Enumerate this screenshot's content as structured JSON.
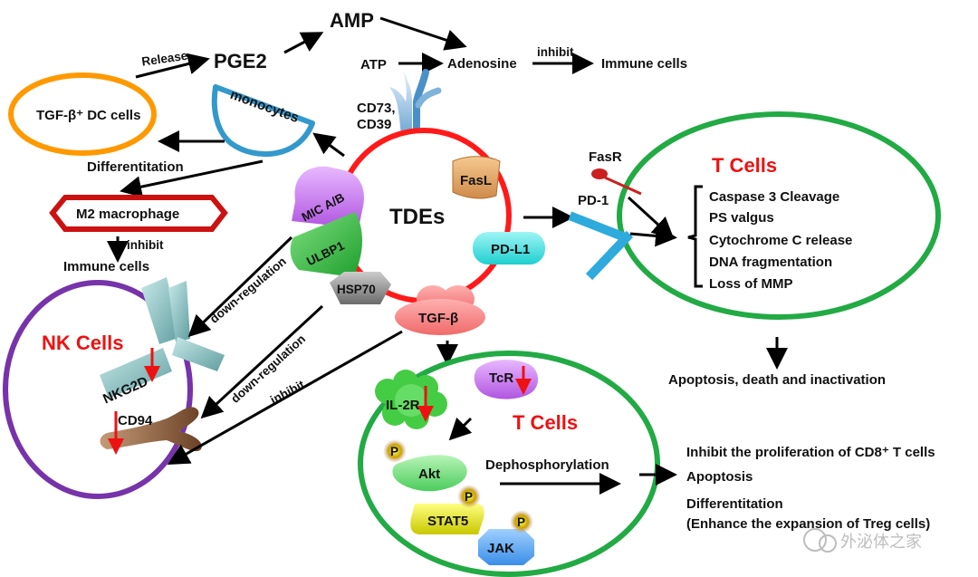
{
  "center": {
    "label": "TDEs"
  },
  "top": {
    "amp": "AMP",
    "pge2": "PGE2",
    "release": "Release",
    "atp": "ATP",
    "adenosine": "Adenosine",
    "inhibit": "inhibit",
    "immune_cells": "Immune cells",
    "cd73": "CD73,",
    "cd39": "CD39"
  },
  "left": {
    "tgf_dc_cells": "TGF-β⁺ DC cells",
    "monocytes": "monocytes",
    "differentiation": "Differentitation",
    "m2_macrophage": "M2 macrophage",
    "inhibit": "inhibit",
    "immune_cells": "Immune cells"
  },
  "ligands": {
    "mic_ab": "MIC A/B",
    "ulbp1": "ULBP1",
    "hsp70": "HSP70",
    "tgf_beta": "TGF-β",
    "fasl": "FasL",
    "pd_l1": "PD-L1"
  },
  "nk": {
    "title": "NK Cells",
    "nkg2d": "NKG2D",
    "cd94": "CD94",
    "down_regulation_1": "down-regulation",
    "down_regulation_2": "down-regulation",
    "inhibit": "inhibit"
  },
  "t_cells_right": {
    "title": "T Cells",
    "fasr": "FasR",
    "pd1": "PD-1",
    "effects": [
      "Caspase 3 Cleavage",
      "PS valgus",
      "Cytochrome C release",
      "DNA fragmentation",
      "Loss of MMP"
    ],
    "outcome": "Apoptosis, death and inactivation"
  },
  "t_cells_bottom": {
    "title": "T Cells",
    "il2r": "IL-2R",
    "tcr": "TcR",
    "akt": "Akt",
    "stat5": "STAT5",
    "jak": "JAK",
    "p": "P",
    "dephosphorylation": "Dephosphorylation",
    "outcomes": [
      "Inhibit the proliferation of CD8⁺ T cells",
      "Apoptosis",
      "Differentitation",
      "(Enhance the expansion of Treg cells)"
    ]
  },
  "watermark": "外泌体之家",
  "colors": {
    "tde_ring": "#ff1a1a",
    "t_cell_ring": "#22aa44",
    "nk_ring": "#7733aa",
    "dc_ring": "#ff9900",
    "monocyte": "#3399cc",
    "m2": "#cc1111",
    "mic": "#cc77ee",
    "ulbp1": "#33bb33",
    "hsp70": "#888888",
    "tgf_beta": "#ff8080",
    "fasl": "#e0a060",
    "pd_l1": "#33dddd",
    "pd1": "#2eaadc",
    "marker_red": "#ee1111"
  }
}
